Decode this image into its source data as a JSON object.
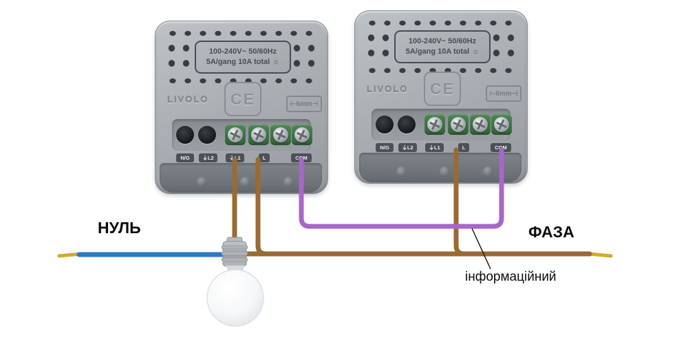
{
  "colors": {
    "neutral_wire": "#2a7ac2",
    "phase_wire": "#9a6a33",
    "signal_wire": "#a866c9",
    "bare_wire": "#d7a72e"
  },
  "labels": {
    "neutral": "НУЛЬ",
    "phase": "ФАЗА",
    "signal": "інформаційний"
  },
  "module": {
    "spec_line1": "100-240V~  50/60Hz",
    "spec_line2": "5A/gang 10A total",
    "sun_icon": "☼",
    "brand": "LIVOLO",
    "ce_mark": "CE",
    "gap_label": "⊢6mm⊣",
    "terminals": [
      "N/G",
      "⏚L2",
      "⏚L1",
      "L",
      "COM"
    ]
  }
}
